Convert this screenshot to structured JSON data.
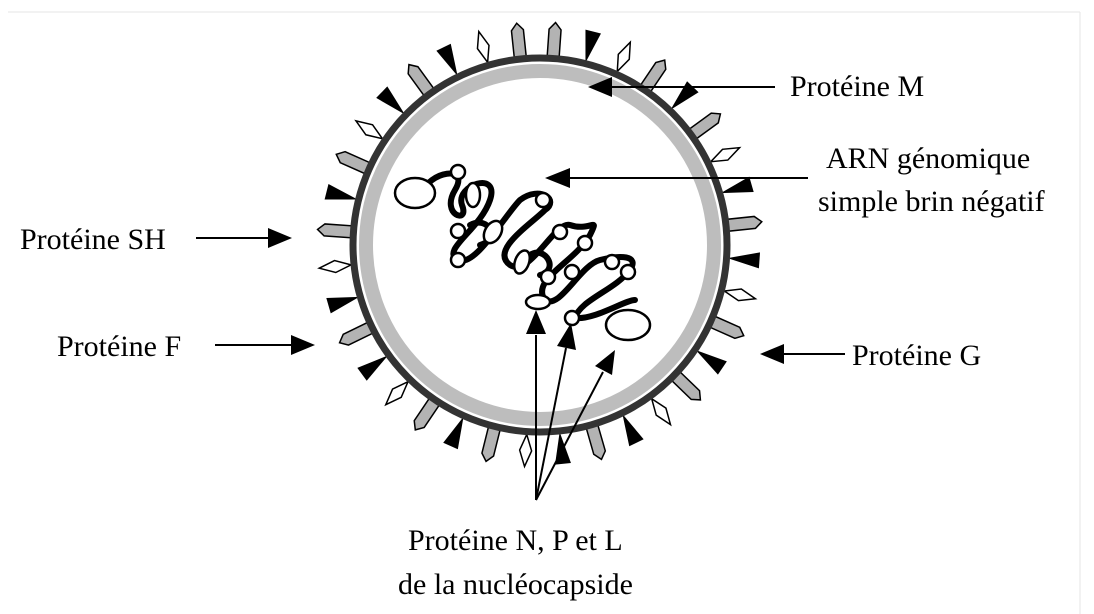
{
  "labels": {
    "protein_m": "Protéine M",
    "arn_line1": "ARN génomique",
    "arn_line2": "simple brin négatif",
    "protein_sh": "Protéine SH",
    "protein_f": "Protéine F",
    "protein_g": "Protéine G",
    "npl_line1": "Protéine N, P et L",
    "npl_line2": "de la nucléocapside"
  },
  "spike_types": [
    "F (gray bar)",
    "G (black triangle)",
    "SH (white diamond)"
  ],
  "colors": {
    "membrane_outer": "#333333",
    "membrane_inner": "#bdbdbd",
    "spike_f": "#b3b3b3",
    "spike_g": "#000000",
    "spike_sh": "#ffffff",
    "lines": "#000000"
  }
}
